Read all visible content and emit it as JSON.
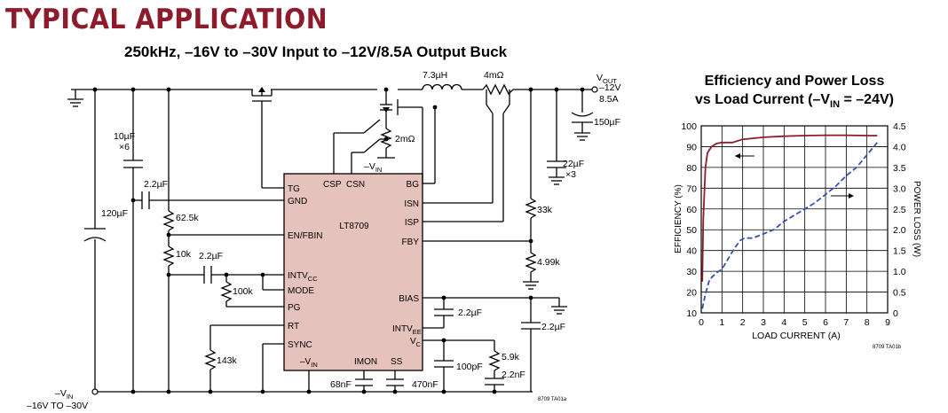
{
  "heading": "TYPICAL APPLICATION",
  "circuit": {
    "title": "250kHz, –16V to –30V Input to –12V/8.5A Output Buck",
    "labels": [
      {
        "name": "inductor-value",
        "text": "7.3µH"
      },
      {
        "name": "sense-resistor-value",
        "text": "4mΩ"
      },
      {
        "name": "vout-label",
        "text": "V",
        "sub": "OUT"
      },
      {
        "name": "vout-voltage",
        "text": "–12V"
      },
      {
        "name": "vout-current",
        "text": "8.5A"
      },
      {
        "name": "cap-150uf",
        "text": "150µF"
      },
      {
        "name": "cap-10uf",
        "text": "10µF"
      },
      {
        "name": "cap-10uf-count",
        "text": "×6"
      },
      {
        "name": "sense-2mohm",
        "text": "2mΩ"
      },
      {
        "name": "vin-node-label",
        "text": "–V",
        "sub": "IN"
      },
      {
        "name": "cap-22uf",
        "text": "22µF"
      },
      {
        "name": "cap-22uf-count",
        "text": "×3"
      },
      {
        "name": "cap-2-2uf-gnd",
        "text": "2.2µF"
      },
      {
        "name": "cap-120uf",
        "text": "120µF"
      },
      {
        "name": "res-62-5k",
        "text": "62.5k"
      },
      {
        "name": "res-10k",
        "text": "10k"
      },
      {
        "name": "cap-2-2uf-intvcc",
        "text": "2.2µF"
      },
      {
        "name": "res-100k",
        "text": "100k"
      },
      {
        "name": "res-143k",
        "text": "143k"
      },
      {
        "name": "res-33k",
        "text": "33k"
      },
      {
        "name": "res-4-99k",
        "text": "4.99k"
      },
      {
        "name": "cap-2-2uf-intvee",
        "text": "2.2µF"
      },
      {
        "name": "cap-2-2uf-bias",
        "text": "2.2µF"
      },
      {
        "name": "res-5-9k",
        "text": "5.9k"
      },
      {
        "name": "cap-2-2nf",
        "text": "2.2nF"
      },
      {
        "name": "cap-100pf",
        "text": "100pF"
      },
      {
        "name": "cap-68nf",
        "text": "68nF"
      },
      {
        "name": "cap-470nf",
        "text": "470nF"
      },
      {
        "name": "input-label",
        "text": "–V",
        "sub": "IN"
      },
      {
        "name": "input-range",
        "text": "–16V TO –30V"
      },
      {
        "name": "figure-code",
        "text": "8709 TA01a"
      },
      {
        "name": "ic-part-number",
        "text": "LT8709"
      },
      {
        "name": "pin-tg",
        "text": "TG"
      },
      {
        "name": "pin-gnd",
        "text": "GND"
      },
      {
        "name": "pin-csp",
        "text": "CSP"
      },
      {
        "name": "pin-csn",
        "text": "CSN"
      },
      {
        "name": "pin-bg",
        "text": "BG"
      },
      {
        "name": "pin-isn",
        "text": "ISN"
      },
      {
        "name": "pin-isp",
        "text": "ISP"
      },
      {
        "name": "pin-en-fbin",
        "text": "EN/FBIN"
      },
      {
        "name": "pin-fby",
        "text": "FBY"
      },
      {
        "name": "pin-intvcc",
        "text": "INTV",
        "sub": "CC"
      },
      {
        "name": "pin-mode",
        "text": "MODE"
      },
      {
        "name": "pin-pg",
        "text": "PG"
      },
      {
        "name": "pin-bias",
        "text": "BIAS"
      },
      {
        "name": "pin-rt",
        "text": "RT"
      },
      {
        "name": "pin-intvee",
        "text": "INTV",
        "sub": "EE"
      },
      {
        "name": "pin-sync",
        "text": "SYNC"
      },
      {
        "name": "pin-vc",
        "text": "V",
        "sub": "C"
      },
      {
        "name": "pin-vin",
        "text": "–V",
        "sub": "IN"
      },
      {
        "name": "pin-imon",
        "text": "IMON"
      },
      {
        "name": "pin-ss",
        "text": "SS"
      }
    ]
  },
  "chart_data": {
    "type": "line",
    "title_line1": "Efficiency and Power Loss",
    "title_line2_prefix": "vs Load Current (–V",
    "title_line2_sub": "IN",
    "title_line2_suffix": " = –24V)",
    "xlabel": "LOAD CURRENT (A)",
    "ylabel_left": "EFFICIENCY (%)",
    "ylabel_right": "POWER LOSS (W)",
    "code": "8709 TA01b",
    "x_ticks": [
      "0",
      "1",
      "2",
      "3",
      "4",
      "5",
      "6",
      "7",
      "8",
      "9"
    ],
    "y_ticks_left": [
      "10",
      "20",
      "30",
      "40",
      "50",
      "60",
      "70",
      "80",
      "90",
      "100"
    ],
    "y_ticks_right": [
      "0",
      "0.5",
      "1.0",
      "1.5",
      "2.0",
      "2.5",
      "3.0",
      "3.5",
      "4.0",
      "4.5"
    ],
    "xlim": [
      0,
      9
    ],
    "ylim_left": [
      10,
      100
    ],
    "ylim_right": [
      0,
      4.5
    ],
    "grid": true,
    "series": [
      {
        "name": "efficiency",
        "axis": "left",
        "color": "#8e1b2b",
        "style": "solid",
        "x": [
          0.05,
          0.1,
          0.2,
          0.3,
          0.5,
          0.75,
          1.0,
          1.5,
          2.0,
          3.0,
          4.0,
          5.0,
          6.0,
          7.0,
          8.0,
          8.5
        ],
        "y": [
          25,
          55,
          80,
          87,
          90,
          91.5,
          92,
          92,
          93.5,
          94.5,
          95,
          95.3,
          95.5,
          95.5,
          95.3,
          95.3
        ]
      },
      {
        "name": "power-loss",
        "axis": "right",
        "color": "#3b4fb0",
        "style": "dashed",
        "x": [
          0.05,
          0.2,
          0.4,
          0.7,
          1.0,
          1.3,
          1.6,
          1.9,
          2.1,
          2.5,
          3.0,
          3.5,
          4.0,
          4.5,
          5.0,
          5.5,
          6.0,
          6.5,
          7.0,
          7.5,
          8.0,
          8.5
        ],
        "y": [
          0.1,
          0.45,
          0.8,
          0.95,
          1.05,
          1.3,
          1.55,
          1.75,
          1.8,
          1.8,
          1.9,
          2.0,
          2.2,
          2.35,
          2.5,
          2.65,
          2.85,
          3.05,
          3.3,
          3.5,
          3.8,
          4.1
        ]
      }
    ]
  }
}
